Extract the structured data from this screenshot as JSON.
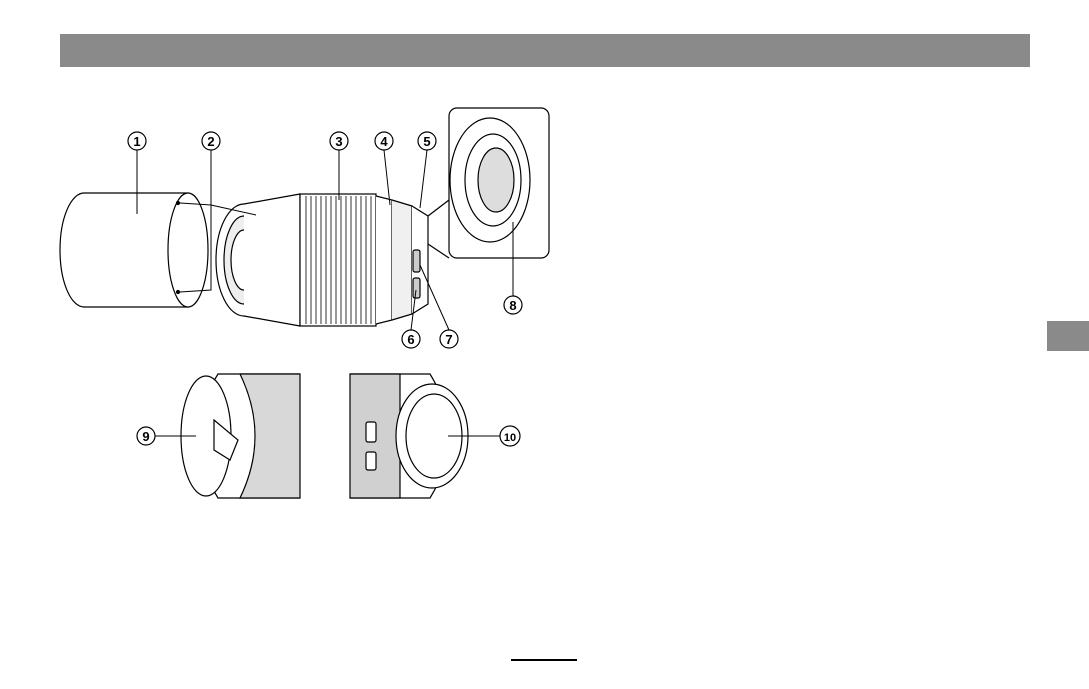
{
  "callouts": [
    {
      "id": "1",
      "label": "1"
    },
    {
      "id": "2",
      "label": "2"
    },
    {
      "id": "3",
      "label": "3"
    },
    {
      "id": "4",
      "label": "4"
    },
    {
      "id": "5",
      "label": "5"
    },
    {
      "id": "6",
      "label": "6"
    },
    {
      "id": "7",
      "label": "7"
    },
    {
      "id": "8",
      "label": "8"
    },
    {
      "id": "9",
      "label": "9"
    },
    {
      "id": "10",
      "label": "10"
    }
  ],
  "colors": {
    "header_bar": "#8a8a8a",
    "line_art": "#000000",
    "shading": "#dcdcdc"
  }
}
